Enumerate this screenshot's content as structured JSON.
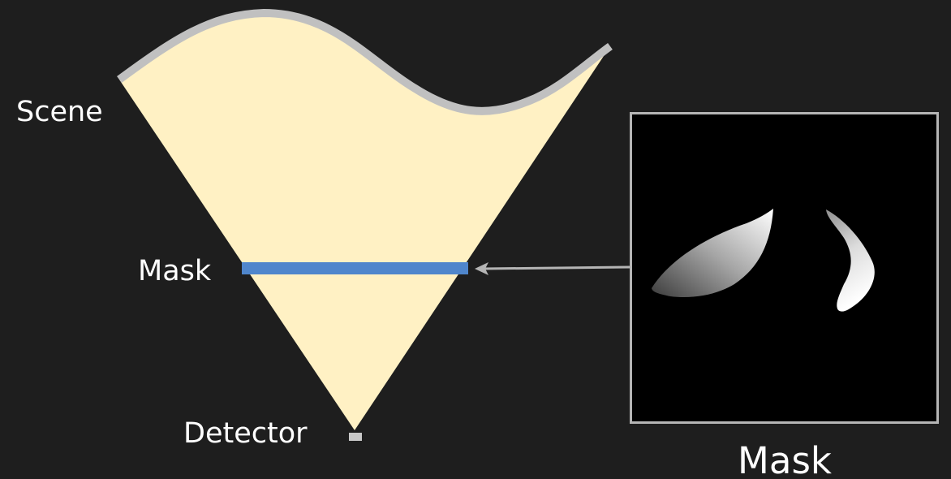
{
  "labels": {
    "scene": "Scene",
    "mask": "Mask",
    "detector": "Detector",
    "mask_panel_caption": "Mask"
  },
  "colors": {
    "background": "#1e1e1e",
    "light_cone": "#fff1c4",
    "scene_surface": "#c0c0c0",
    "mask_bar": "#4f86cc",
    "detector": "#c8c8c8",
    "connector_arrow": "#b5b5b5",
    "mask_panel_background": "#000000",
    "mask_panel_border": "#b5b5b5"
  }
}
